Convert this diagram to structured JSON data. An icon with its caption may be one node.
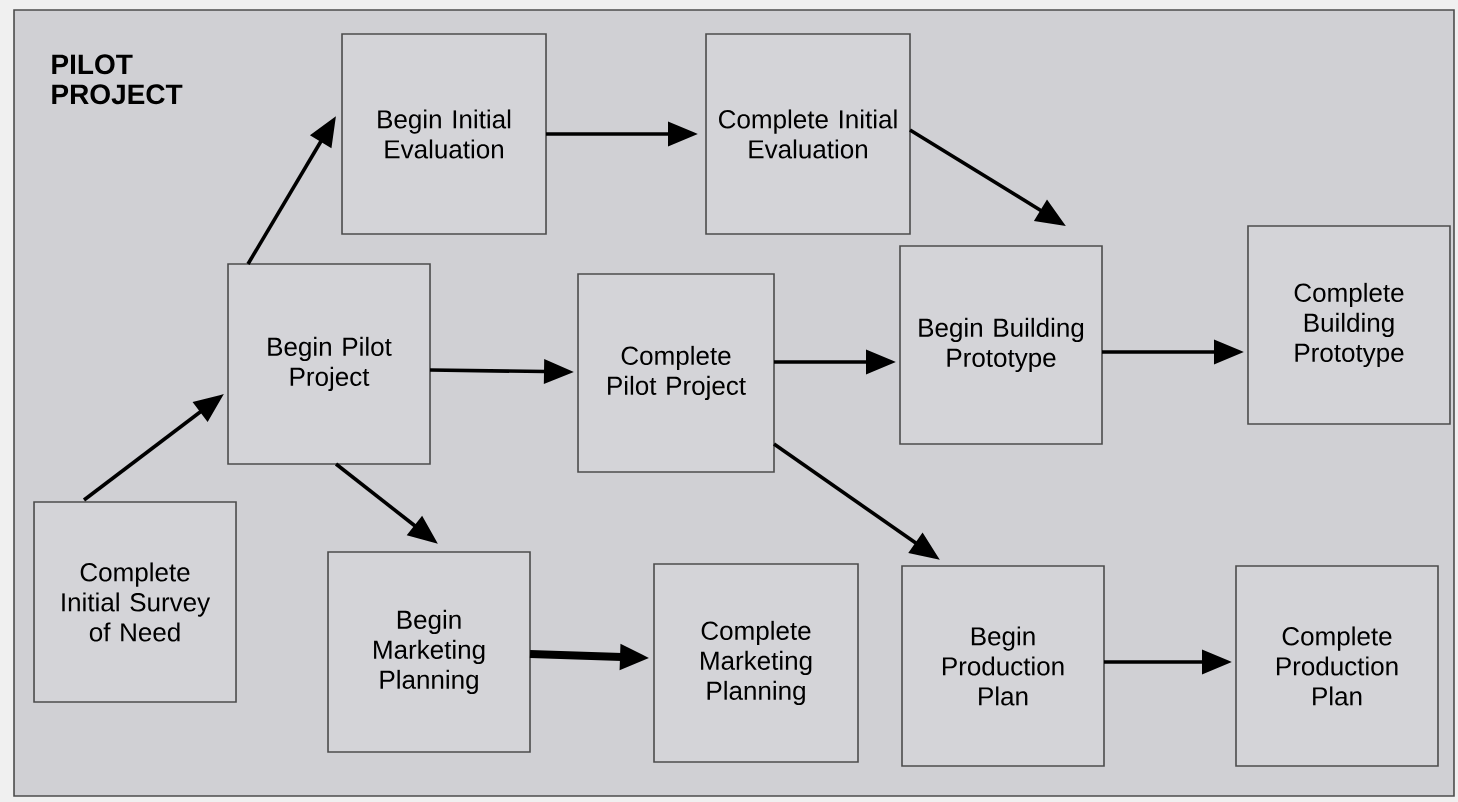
{
  "diagram": {
    "title": "PILOT PROJECT",
    "nodes": [
      {
        "text": [
          "Complete Initial Survey of Need"
        ]
      },
      {
        "text": [
          "Begin Pilot Project"
        ]
      },
      {
        "text": [
          "Begin Initial Evaluation"
        ]
      },
      {
        "text": [
          "Complete Initial Evaluation"
        ]
      },
      {
        "text": [
          "Complete Pilot Project"
        ]
      },
      {
        "text": [
          "Begin Building Prototype"
        ]
      },
      {
        "text": [
          "Complete Building Prototype"
        ]
      },
      {
        "text": [
          "Begin Marketing Planning"
        ]
      },
      {
        "text": [
          "Complete Marketing Planning"
        ]
      },
      {
        "text": [
          "Begin Production Plan"
        ]
      },
      {
        "text": [
          "Complete Production Plan"
        ]
      }
    ],
    "edges": [
      {
        "from": 0,
        "to": 1,
        "arrow": "to"
      },
      {
        "from": 1,
        "to": 2,
        "arrow": "to"
      },
      {
        "from": 2,
        "to": 3,
        "arrow": "to"
      },
      {
        "from": 3,
        "to": 5,
        "arrow": "to"
      },
      {
        "from": 1,
        "to": 4,
        "arrow": "to"
      },
      {
        "from": 4,
        "to": 5,
        "arrow": "to"
      },
      {
        "from": 5,
        "to": 6,
        "arrow": "to"
      },
      {
        "from": 1,
        "to": 7,
        "arrow": "to"
      },
      {
        "from": 7,
        "to": 8,
        "arrow": "to",
        "style": "thick"
      },
      {
        "from": 4,
        "to": 9,
        "arrow": "to"
      },
      {
        "from": 9,
        "to": 10,
        "arrow": "to"
      }
    ]
  }
}
